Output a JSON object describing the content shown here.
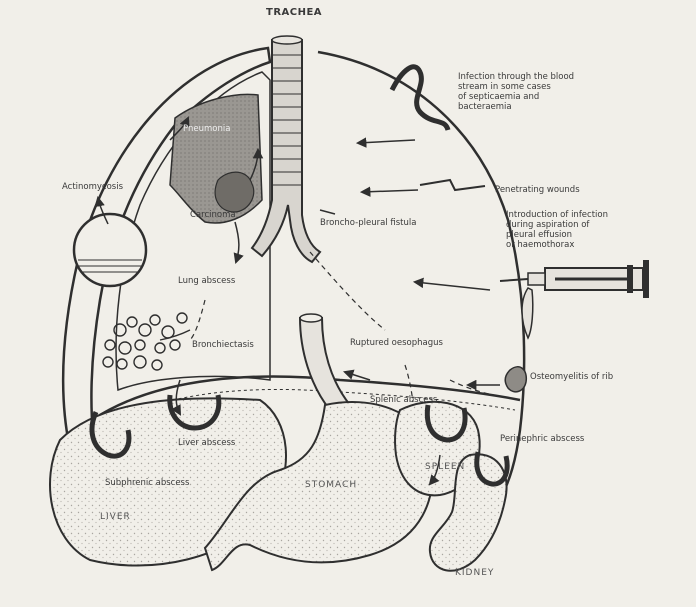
{
  "colors": {
    "paper": "#f1efe9",
    "ink": "#2f2f2f",
    "shade": "#c9c6c0",
    "dark_shade": "#8e8b86"
  },
  "labels": {
    "trachea": "TRACHEA",
    "pneumonia": "Pneumonia",
    "carcinoma": "Carcinoma",
    "actinomycosis": "Actinomycosis",
    "lung_abscess": "Lung abscess",
    "bronchopleural_fistula": "Broncho-pleural fistula",
    "bronchiectasis": "Bronchiectasis",
    "ruptured_oesophagus": "Ruptured oesophagus",
    "osteomyelitis_rib": "Osteomyelitis of rib",
    "splenic_abscess": "Splenic abscess",
    "perinephric_abscess": "Perinephric abscess",
    "liver_abscess": "Liver abscess",
    "subphrenic_abscess": "Subphrenic abscess",
    "liver": "LIVER",
    "stomach": "STOMACH",
    "spleen": "SPLEEN",
    "kidney": "KIDNEY",
    "penetrating_wounds": "Penetrating wounds",
    "blood_infection": [
      "Infection through the blood",
      "stream in some cases",
      "of septicaemia and",
      "bacteraemia"
    ],
    "aspiration_infection": [
      "Introduction of infection",
      "during aspiration of",
      "pleural effusion",
      "or haemothorax"
    ]
  }
}
